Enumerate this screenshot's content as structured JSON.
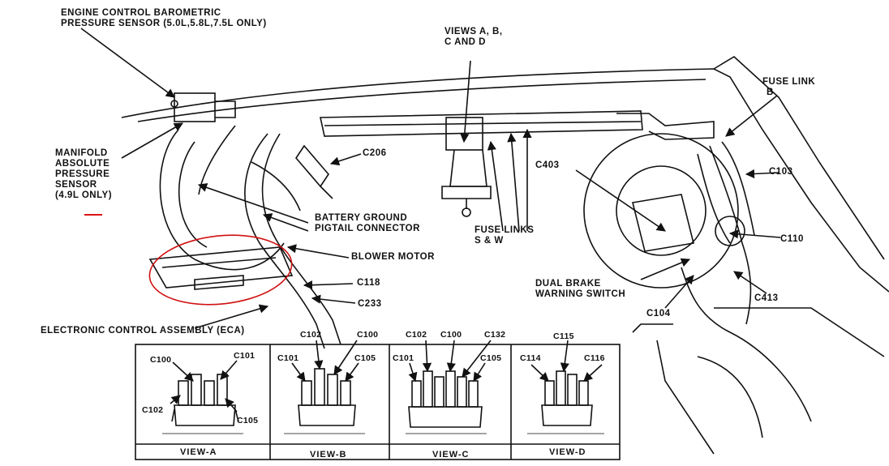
{
  "labels": {
    "baro_line1": "ENGINE CONTROL BAROMETRIC",
    "baro_line2": "PRESSURE SENSOR (5.0L,5.8L,7.5L ONLY)",
    "map_line1": "MANIFOLD",
    "map_line2": "ABSOLUTE",
    "map_line3": "PRESSURE",
    "map_line4": "SENSOR",
    "map_line5": "(4.9L ONLY)",
    "views_line1": "VIEWS A, B,",
    "views_line2": "C AND D",
    "c206": "C206",
    "battery_line1": "BATTERY GROUND",
    "battery_line2": "PIGTAIL CONNECTOR",
    "fuse_links_line1": "FUSE LINKS",
    "fuse_links_line2": "S & W",
    "blower_motor": "BLOWER MOTOR",
    "c118": "C118",
    "c233": "C233",
    "eca": "ELECTRONIC CONTROL ASSEMBLY (ECA)",
    "fuse_link_b_line1": "FUSE LINK",
    "fuse_link_b_line2": "B",
    "c403": "C403",
    "c103": "C103",
    "c110": "C110",
    "brake_line1": "DUAL BRAKE",
    "brake_line2": "WARNING SWITCH",
    "c104": "C104",
    "c413": "C413"
  },
  "views": {
    "a": {
      "title": "VIEW-A",
      "c100": "C100",
      "c101": "C101",
      "c102": "C102",
      "c105": "C105"
    },
    "b": {
      "title": "VIEW-B",
      "c101": "C101",
      "c102": "C102",
      "c100": "C100",
      "c105": "C105"
    },
    "c": {
      "title": "VIEW-C",
      "c101": "C101",
      "c102": "C102",
      "c100": "C100",
      "c132": "C132",
      "c105": "C105"
    },
    "d": {
      "title": "VIEW-D",
      "c114": "C114",
      "c115": "C115",
      "c116": "C116"
    }
  },
  "colors": {
    "ink": "#111111",
    "highlight": "#d11111"
  }
}
